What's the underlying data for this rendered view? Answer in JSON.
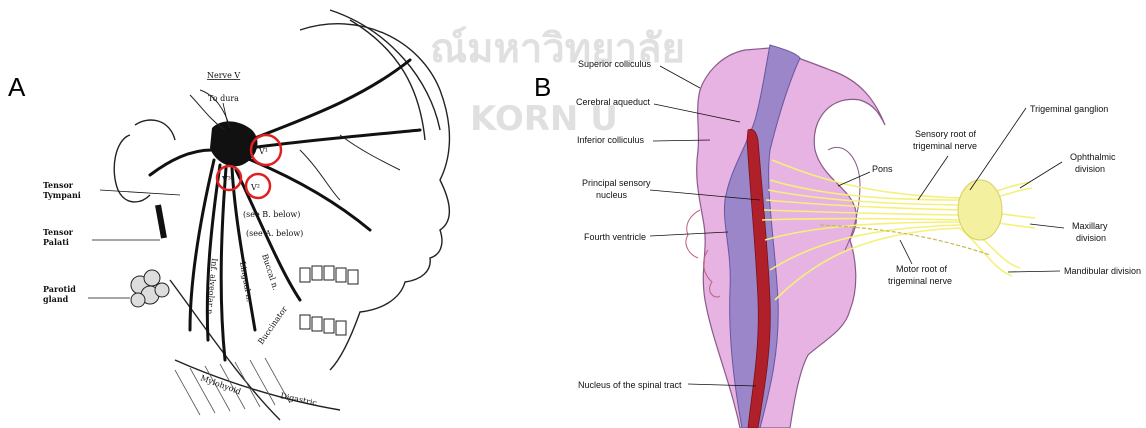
{
  "watermark": {
    "thai": "ณ์มหาวิทยาลัย",
    "latin": "KORN U"
  },
  "panelA": {
    "letter": "A",
    "title": "Nerve V",
    "labels": {
      "to_dura": "To dura",
      "tensor_tympani_1": "Tensor",
      "tensor_tympani_2": "Tympani",
      "tensor_palati_1": "Tensor",
      "tensor_palati_2": "Palati",
      "parotid_1": "Parotid",
      "parotid_2": "gland",
      "see_b": "(see B. below)",
      "see_a": "(see A. below)",
      "v1": "V¹",
      "v2": "V²",
      "v3": "V³",
      "buccal": "Buccal n.",
      "lingual": "Lingual n.",
      "inf_alveolar": "Inf. alveolar n.",
      "buccinator": "Buccinator",
      "mylohyoid": "Mylohyoid",
      "digastric": "Digastric"
    }
  },
  "panelB": {
    "letter": "B",
    "labels": {
      "superior_colliculus": "Superior colliculus",
      "cerebral_aqueduct": "Cerebral aqueduct",
      "inferior_colliculus": "Inferior colliculus",
      "principal_sensory_1": "Principal sensory",
      "principal_sensory_2": "nucleus",
      "fourth_ventricle": "Fourth ventricle",
      "nucleus_spinal": "Nucleus of the spinal tract",
      "pons": "Pons",
      "sensory_root_1": "Sensory root of",
      "sensory_root_2": "trigeminal nerve",
      "motor_root_1": "Motor root of",
      "motor_root_2": "trigeminal nerve",
      "trigeminal_ganglion": "Trigeminal ganglion",
      "ophthalmic_1": "Ophthalmic",
      "ophthalmic_2": "division",
      "maxillary_1": "Maxillary",
      "maxillary_2": "division",
      "mandibular": "Mandibular division"
    }
  },
  "colors": {
    "brainstem": "#e6b3e3",
    "brainstem_edge": "#8a5a8a",
    "ventricle": "#9a86c8",
    "nucleus": "#b0202a",
    "nerve_fibers": "#f5f07a",
    "highlight_circle": "#e02020",
    "ink": "#111111"
  }
}
